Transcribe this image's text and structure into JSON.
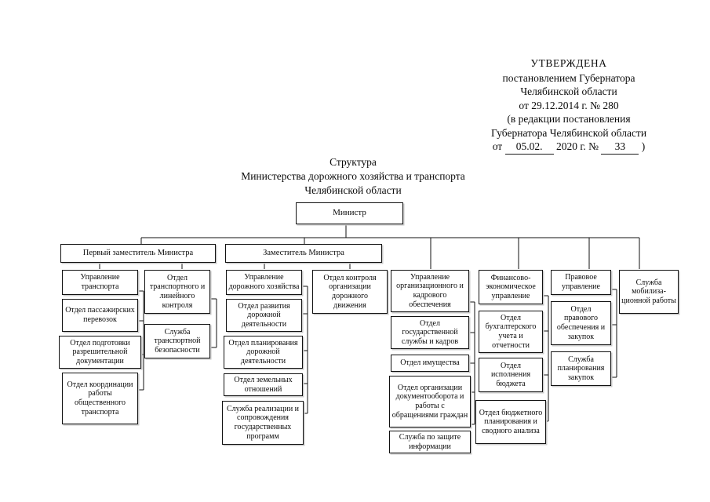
{
  "approval": {
    "title": "УТВЕРЖДЕНА",
    "line1": "постановлением Губернатора",
    "line2": "Челябинской области",
    "line3": "от 29.12.2014 г. № 280",
    "line4": "(в редакции постановления",
    "line5": "Губернатора Челябинской области",
    "date_prefix": "от",
    "date_value": "05.02.",
    "date_year": "2020 г. №",
    "number_value": "33",
    "date_suffix": ")"
  },
  "doc_title": {
    "line1": "Структура",
    "line2": "Министерства дорожного хозяйства и транспорта",
    "line3": "Челябинской области"
  },
  "chart_data": {
    "type": "diagram",
    "title": "Структура Министерства дорожного хозяйства и транспорта Челябинской области",
    "root": "Министр",
    "deputies": [
      "Первый заместитель Министра",
      "Заместитель Министра"
    ],
    "columns": [
      {
        "head": "Управление транспорта",
        "items": [
          "Отдел пассажирских перевозок",
          "Отдел подготовки разрешительной документации",
          "Отдел координации работы общественного транспорта"
        ]
      },
      {
        "head": "Отдел транспортного и линейного контроля",
        "items": [
          "Служба транспортной безопасности"
        ]
      },
      {
        "head": "Управление дорожного хозяйства",
        "items": [
          "Отдел развития дорожной деятельности",
          "Отдел планирования дорожной деятельности",
          "Отдел земельных отношений",
          "Служба реализации и сопровождения государственных программ"
        ]
      },
      {
        "head": "Отдел контроля организации дорожного движения",
        "items": []
      },
      {
        "head": "Управление организационного и кадрового обеспечения",
        "items": [
          "Отдел государственной службы и кадров",
          "Отдел имущества",
          "Отдел организации документооборота и работы с обращениями граждан",
          "Служба по защите информации"
        ]
      },
      {
        "head": "Финансово-экономическое управление",
        "items": [
          "Отдел бухгалтерского учета и отчетности",
          "Отдел исполнения бюджета",
          "Отдел бюджетного планирования и сводного анализа"
        ]
      },
      {
        "head": "Правовое управление",
        "items": [
          "Отдел правового обеспечения и закупок",
          "Служба планирования закупок"
        ]
      },
      {
        "head": "Служба мобилиза- ционной работы",
        "items": []
      }
    ]
  }
}
